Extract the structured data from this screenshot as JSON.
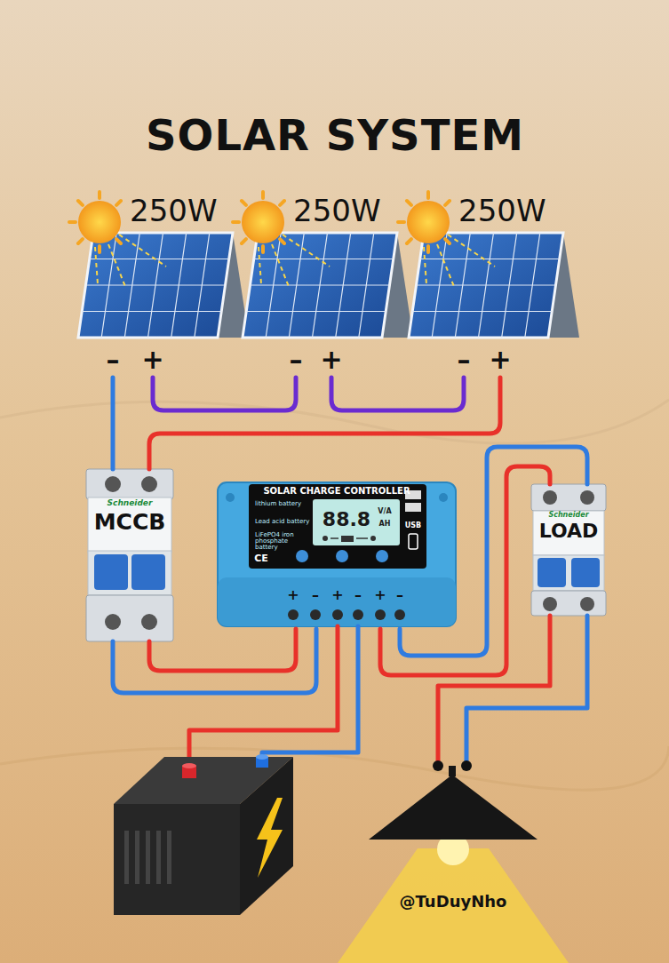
{
  "diagram": {
    "title": "SOLAR SYSTEM",
    "nodes": [
      {
        "text": [
          "250W"
        ]
      },
      {
        "text": [
          "250W"
        ]
      },
      {
        "text": [
          "250W"
        ]
      },
      {
        "text": [
          "MCCB"
        ]
      },
      {
        "text": [
          "SOLAR CHARGE CONTROLLER"
        ]
      },
      {
        "text": [
          "LOAD"
        ]
      }
    ],
    "edges": [
      {
        "from": 0,
        "to": 3,
        "arrow": "none"
      },
      {
        "from": 0,
        "to": 1,
        "arrow": "none"
      },
      {
        "from": 1,
        "to": 2,
        "arrow": "none"
      },
      {
        "from": 2,
        "to": 3,
        "arrow": "none"
      },
      {
        "from": 3,
        "to": 4,
        "arrow": "none"
      },
      {
        "from": 3,
        "to": 4,
        "arrow": "none"
      },
      {
        "from": 4,
        "to": 5,
        "arrow": "none"
      },
      {
        "from": 4,
        "to": 5,
        "arrow": "none"
      }
    ],
    "labels": [
      "–",
      "+",
      "–",
      "+",
      "–",
      "+",
      "Schneider",
      "lithium battery",
      "Lead acid battery",
      "LiFePO4 iron phosphate battery",
      "88.8",
      "V/A",
      "AH",
      "USB",
      "CE",
      "+",
      "–",
      "+",
      "–",
      "+",
      "–",
      "Schneider",
      "@TuDuyNho"
    ]
  }
}
